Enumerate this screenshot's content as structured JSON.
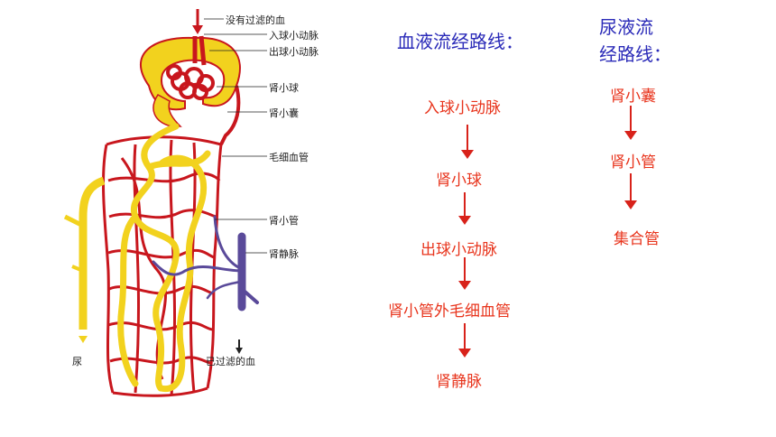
{
  "diagram": {
    "labels": {
      "unfiltered_blood": "没有过滤的血",
      "afferent_arteriole": "入球小动脉",
      "efferent_arteriole": "出球小动脉",
      "glomerulus": "肾小球",
      "bowmans_capsule": "肾小囊",
      "capillaries": "毛细血管",
      "renal_tubule": "肾小管",
      "renal_vein": "肾静脉",
      "urine": "尿",
      "filtered_blood": "已过滤的血"
    }
  },
  "blood_route": {
    "title": "血液流经路线：",
    "steps": [
      "入球小动脉",
      "肾小球",
      "出球小动脉",
      "肾小管外毛细血管",
      "肾静脉"
    ]
  },
  "urine_route": {
    "title_line1": "尿液流",
    "title_line2": "经路线：",
    "steps": [
      "肾小囊",
      "肾小管",
      "集合管"
    ]
  },
  "colors": {
    "blood_red": "#c8161d",
    "tubule_yellow": "#f2d21e",
    "vein_purple": "#5a4a9a",
    "flow_text_red": "#e8341c",
    "title_blue": "#2a2ab8"
  }
}
